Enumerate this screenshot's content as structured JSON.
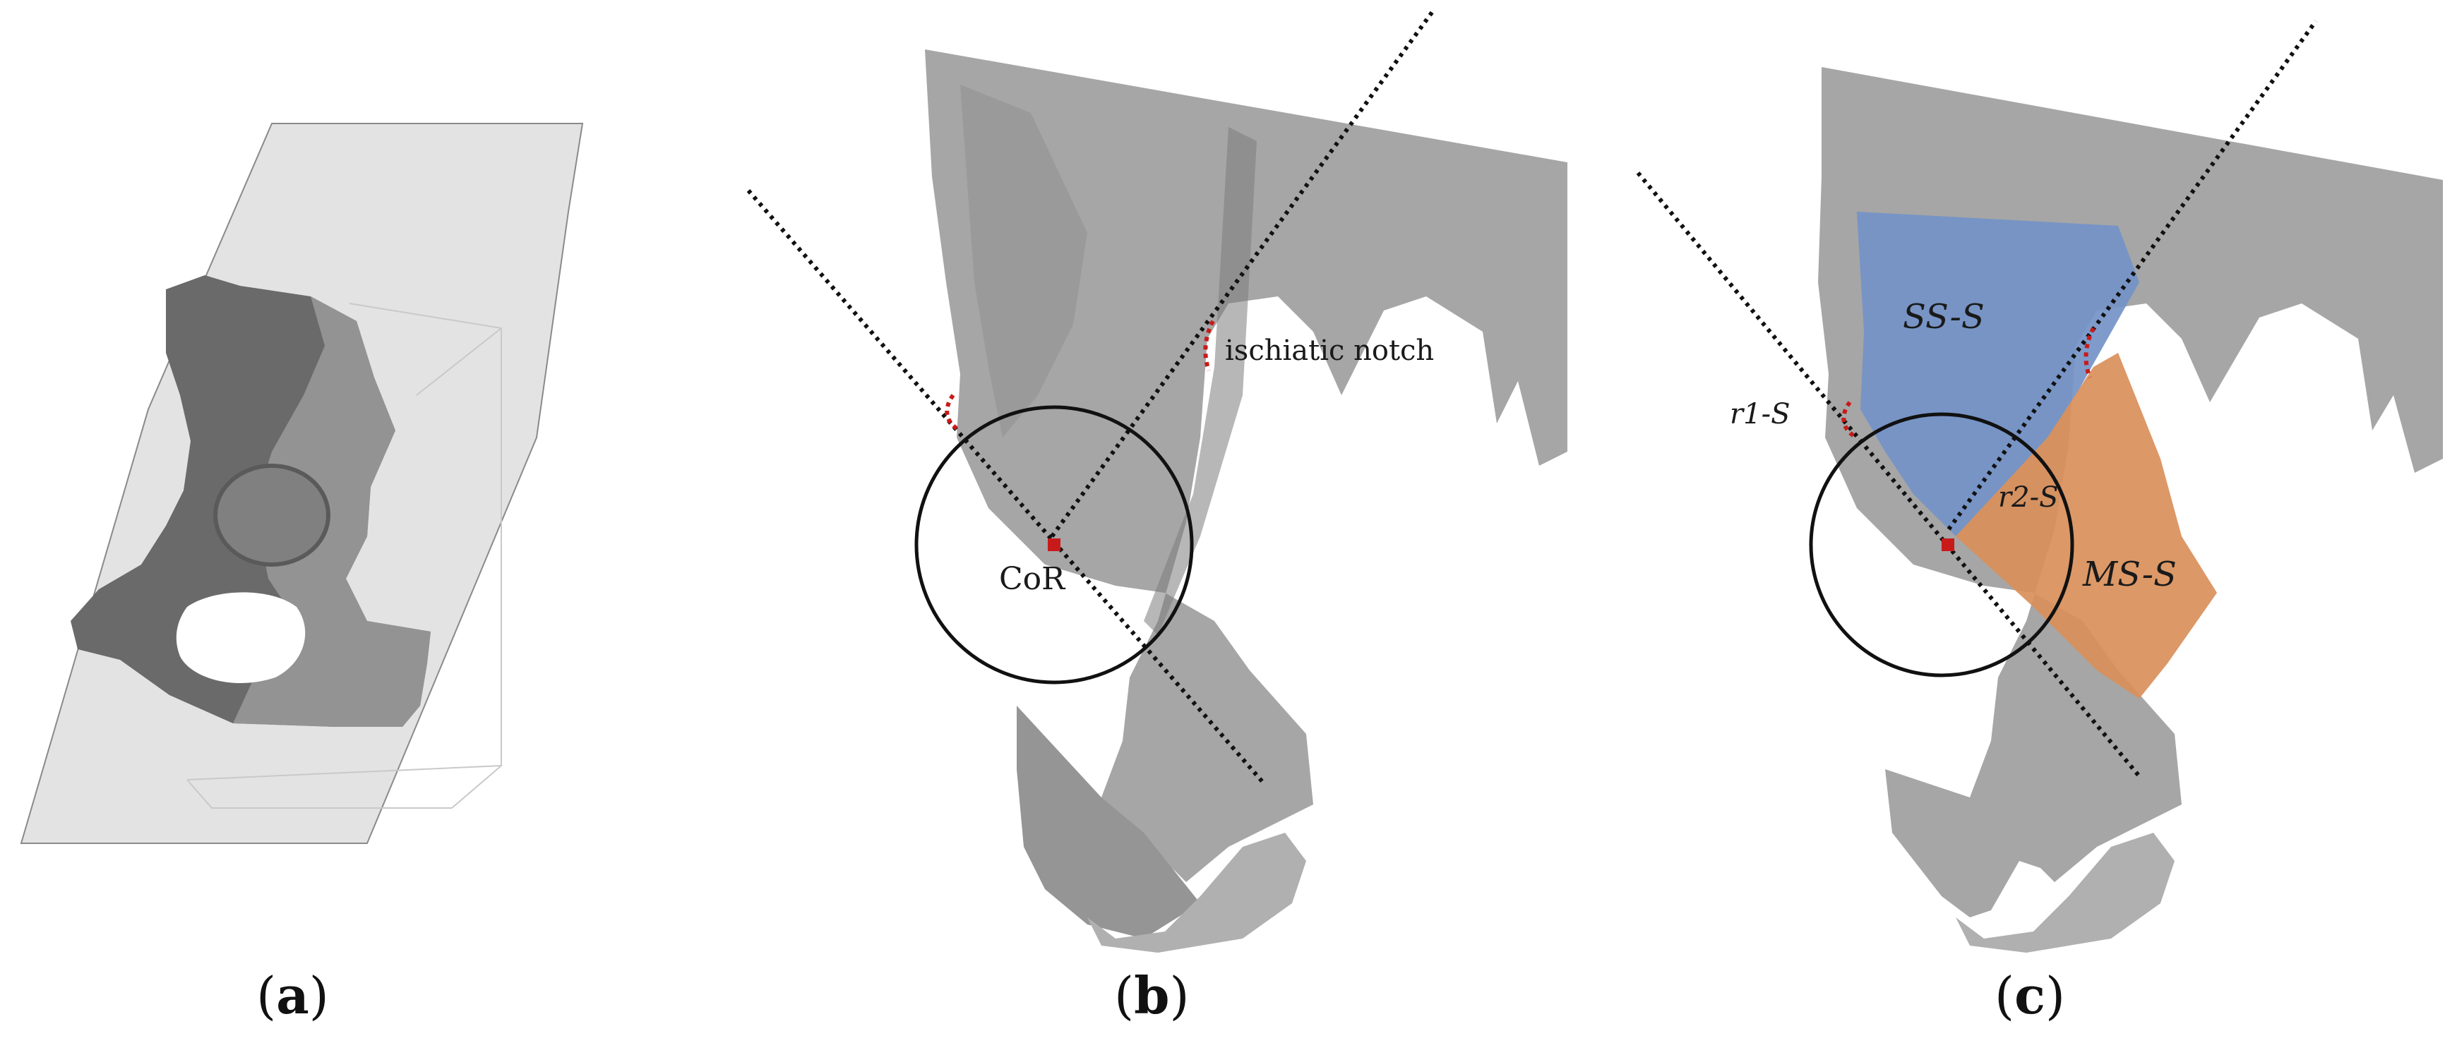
{
  "panels": [
    {
      "id": "a",
      "caption_letter": "a"
    },
    {
      "id": "b",
      "caption_letter": "b"
    },
    {
      "id": "c",
      "caption_letter": "c"
    }
  ],
  "labels": {
    "ischiatic_notch": "ischiatic notch",
    "center_of_rotation": "CoR",
    "ss": "SS-S",
    "ms": "MS-S",
    "r1": "r1-S",
    "r2": "r2-S"
  },
  "colors": {
    "bone": "#a8a8a8",
    "bone_dark": "#6b6b6b",
    "plane": "#dcdcdc",
    "superior_sector": "#7392c8",
    "middle_sector": "#d98f5a",
    "notch_marker": "#c81a1a",
    "lines": "#111111"
  }
}
